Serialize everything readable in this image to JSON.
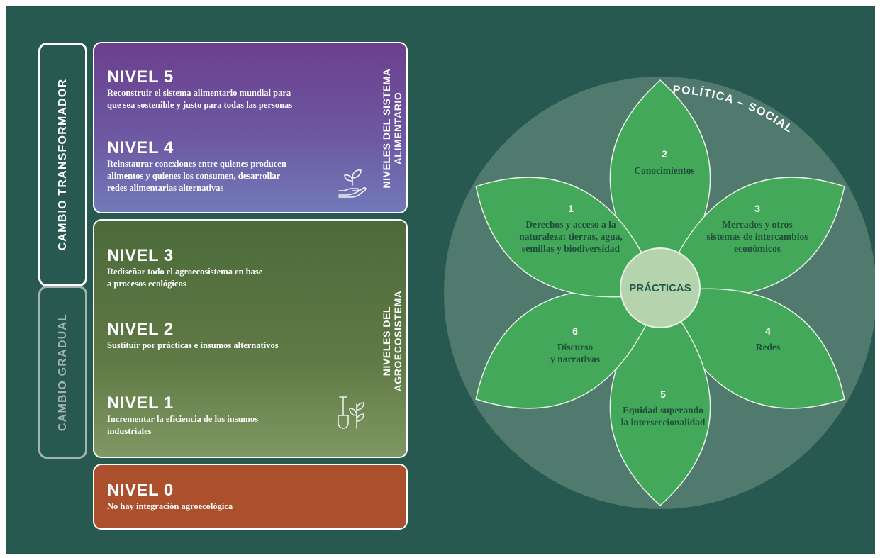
{
  "left": {
    "change_transform": "CAMBIO TRANSFORMADOR",
    "change_gradual": "CAMBIO GRADUAL",
    "food_system_label": [
      "NIVELES DEL SISTEMA",
      "ALIMENTARIO"
    ],
    "agroeco_label": [
      "NIVELES DEL",
      "AGROECOSISTEMA"
    ],
    "levels": [
      {
        "title": "NIVEL 5",
        "desc": [
          "Reconstruir el sistema alimentario mundial para",
          "que sea sostenible y justo para todas las personas"
        ]
      },
      {
        "title": "NIVEL 4",
        "desc": [
          "Reinstaurar conexiones entre quienes producen",
          "alimentos y quienes los consumen, desarrollar",
          "redes alimentarias alternativas"
        ]
      },
      {
        "title": "NIVEL 3",
        "desc": [
          "Rediseñar todo el agroecosistema en base",
          "a procesos ecológicos"
        ]
      },
      {
        "title": "NIVEL 2",
        "desc": [
          "Sustituir por prácticas e insumos alternativos"
        ]
      },
      {
        "title": "NIVEL 1",
        "desc": [
          "Incrementar la eficiencia de los insumos",
          "industriales"
        ]
      },
      {
        "title": "NIVEL 0",
        "desc": [
          "No hay integración agroecológica"
        ]
      }
    ],
    "icons": {
      "food": "hand-plant-icon",
      "agro": "shovel-plant-icon"
    }
  },
  "flower": {
    "ring_label": "POLÍTICA – SOCIAL",
    "center": "PRÁCTICAS",
    "petals": [
      {
        "num": "1",
        "lines": [
          "Derechos y acceso a la",
          "naturaleza: tierras, agua,",
          "semillas y biodiversidad"
        ]
      },
      {
        "num": "2",
        "lines": [
          "Conocimientos"
        ]
      },
      {
        "num": "3",
        "lines": [
          "Mercados y otros",
          "sistemas de intercambios",
          "económicos"
        ]
      },
      {
        "num": "4",
        "lines": [
          "Redes"
        ]
      },
      {
        "num": "5",
        "lines": [
          "Equidad superando",
          "la interseccionalidad"
        ]
      },
      {
        "num": "6",
        "lines": [
          "Discurso",
          "y narrativas"
        ]
      }
    ],
    "colors": {
      "background": "#275950",
      "ring": "#4f7a6d",
      "petal": "#43a85a",
      "center": "#b5d4ad"
    }
  }
}
